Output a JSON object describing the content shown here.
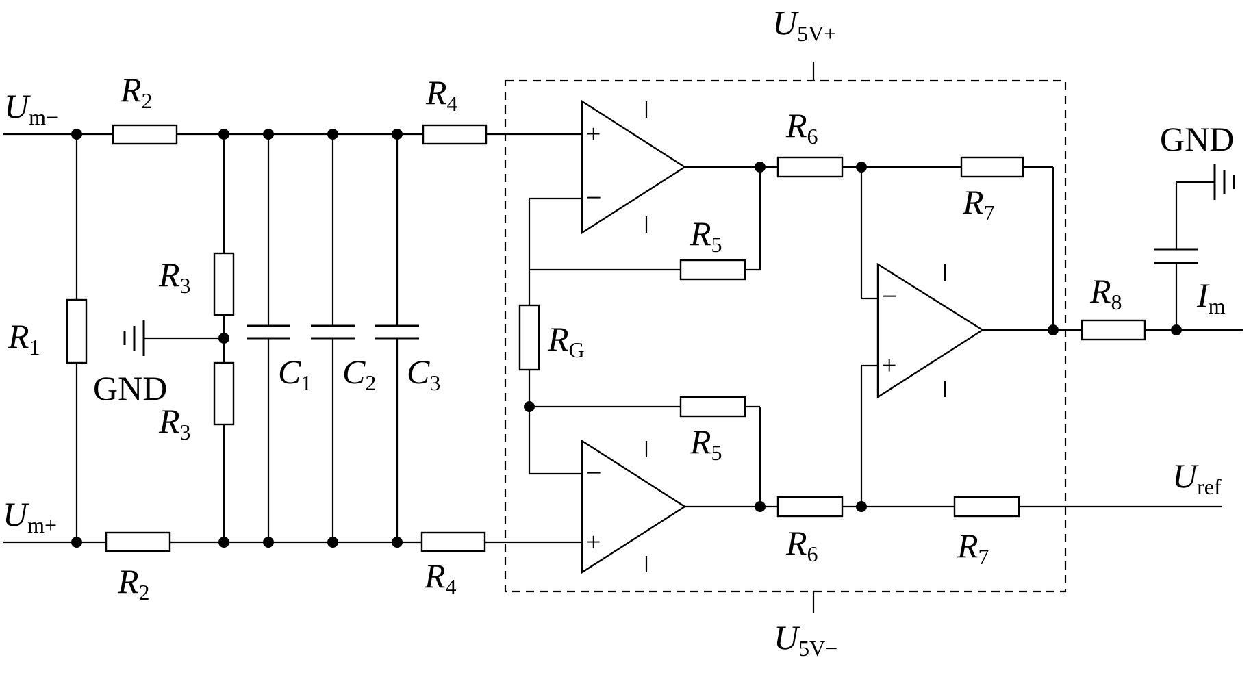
{
  "labels": {
    "um_minus": {
      "main": "U",
      "sub": "m−"
    },
    "um_plus": {
      "main": "U",
      "sub": "m+"
    },
    "r1": {
      "main": "R",
      "sub": "1"
    },
    "r2_top": {
      "main": "R",
      "sub": "2"
    },
    "r2_bottom": {
      "main": "R",
      "sub": "2"
    },
    "r3_top": {
      "main": "R",
      "sub": "3"
    },
    "r3_bottom": {
      "main": "R",
      "sub": "3"
    },
    "gnd_left": "GND",
    "c1": {
      "main": "C",
      "sub": "1"
    },
    "c2": {
      "main": "C",
      "sub": "2"
    },
    "c3": {
      "main": "C",
      "sub": "3"
    },
    "r4_top": {
      "main": "R",
      "sub": "4"
    },
    "r4_bottom": {
      "main": "R",
      "sub": "4"
    },
    "u5v_plus": {
      "main": "U",
      "sub": "5V+"
    },
    "u5v_minus": {
      "main": "U",
      "sub": "5V−"
    },
    "rg": {
      "main": "R",
      "sub": "G"
    },
    "r5_top": {
      "main": "R",
      "sub": "5"
    },
    "r5_bottom": {
      "main": "R",
      "sub": "5"
    },
    "r6_top": {
      "main": "R",
      "sub": "6"
    },
    "r6_bottom": {
      "main": "R",
      "sub": "6"
    },
    "r7_top": {
      "main": "R",
      "sub": "7"
    },
    "r7_bottom": {
      "main": "R",
      "sub": "7"
    },
    "r8": {
      "main": "R",
      "sub": "8"
    },
    "gnd_right": "GND",
    "im": {
      "main": "I",
      "sub": "m"
    },
    "uref": {
      "main": "U",
      "sub": "ref"
    }
  },
  "opamp_symbols": {
    "plus": "+",
    "minus": "−"
  }
}
